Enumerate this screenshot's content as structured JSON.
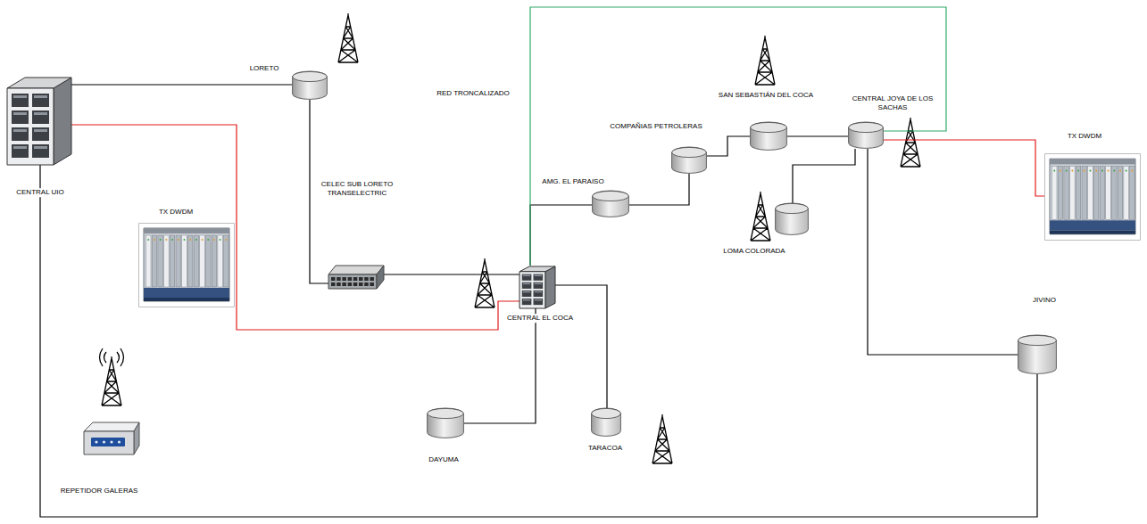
{
  "diagram": {
    "nodes": [
      {
        "text": [
          "CENTRAL UIO"
        ]
      },
      {
        "text": [
          "LORETO"
        ]
      },
      {
        "text": [
          "TX DWDM"
        ]
      },
      {
        "text": [
          "CELEC SUB LORETO TRANSELECTRIC"
        ]
      },
      {
        "text": [
          "AMG. EL PARAISO"
        ]
      },
      {
        "text": [
          "COMPAÑIAS PETROLERAS"
        ]
      },
      {
        "text": [
          "SAN SEBASTIÁN DEL COCA"
        ]
      },
      {
        "text": [
          "CENTRAL JOYA DE LOS SACHAS"
        ]
      },
      {
        "text": [
          "TX DWDM"
        ]
      },
      {
        "text": [
          "CENTRAL EL COCA"
        ]
      },
      {
        "text": [
          "LOMA COLORADA"
        ]
      },
      {
        "text": [
          "JIVINO"
        ]
      },
      {
        "text": [
          "REPETIDOR GALERAS"
        ]
      },
      {
        "text": [
          "DAYUMA"
        ]
      },
      {
        "text": [
          "TARACOA"
        ]
      }
    ],
    "edges": [
      {
        "from": 0,
        "to": 1,
        "arrow": "none"
      },
      {
        "from": 1,
        "to": 3,
        "arrow": "none"
      },
      {
        "from": 3,
        "to": 9,
        "arrow": "none"
      },
      {
        "from": 0,
        "to": 9,
        "arrow": "none"
      },
      {
        "from": 9,
        "to": 13,
        "arrow": "none"
      },
      {
        "from": 9,
        "to": 14,
        "arrow": "none"
      },
      {
        "from": 9,
        "to": 4,
        "arrow": "none"
      },
      {
        "from": 9,
        "to": 7,
        "label": "RED TRONCALIZADO",
        "arrow": "none"
      },
      {
        "from": 4,
        "to": 5,
        "arrow": "none"
      },
      {
        "from": 5,
        "to": 6,
        "arrow": "none"
      },
      {
        "from": 6,
        "to": 7,
        "arrow": "none"
      },
      {
        "from": 7,
        "to": 10,
        "arrow": "none"
      },
      {
        "from": 7,
        "to": 11,
        "arrow": "none"
      },
      {
        "from": 7,
        "to": 8,
        "arrow": "none"
      },
      {
        "from": 11,
        "to": 0,
        "arrow": "none"
      }
    ]
  }
}
